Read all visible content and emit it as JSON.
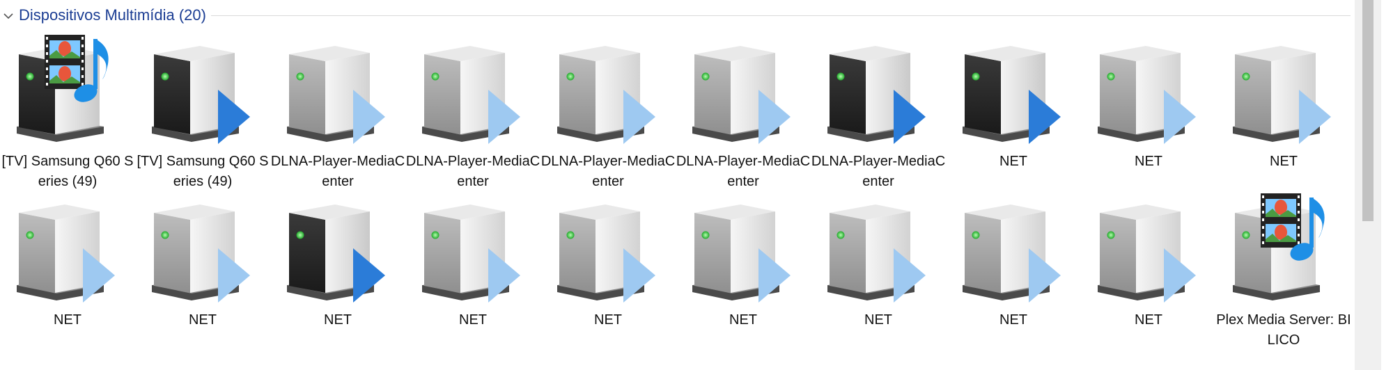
{
  "group": {
    "title": "Dispositivos Multimídia (20)",
    "chevron_icon": "chevron-down-icon"
  },
  "colors": {
    "header_text": "#1b3d93",
    "play_dark": "#2b7cd8",
    "play_light": "#9ec9f1",
    "media_blue": "#1e8fe6"
  },
  "devices": [
    {
      "label": "[TV] Samsung Q60 Series (49)",
      "icon": "media-server-icon",
      "tower": "dark",
      "badge": "media"
    },
    {
      "label": "[TV] Samsung Q60 Series (49)",
      "icon": "media-device-play-icon",
      "tower": "dark",
      "badge": "play-dark"
    },
    {
      "label": "DLNA-Player-MediaCenter",
      "icon": "media-device-play-icon",
      "tower": "light",
      "badge": "play-light"
    },
    {
      "label": "DLNA-Player-MediaCenter",
      "icon": "media-device-play-icon",
      "tower": "light",
      "badge": "play-light"
    },
    {
      "label": "DLNA-Player-MediaCenter",
      "icon": "media-device-play-icon",
      "tower": "light",
      "badge": "play-light"
    },
    {
      "label": "DLNA-Player-MediaCenter",
      "icon": "media-device-play-icon",
      "tower": "light",
      "badge": "play-light"
    },
    {
      "label": "DLNA-Player-MediaCenter",
      "icon": "media-device-play-icon",
      "tower": "dark",
      "badge": "play-dark"
    },
    {
      "label": "NET",
      "icon": "media-device-play-icon",
      "tower": "dark",
      "badge": "play-dark"
    },
    {
      "label": "NET",
      "icon": "media-device-play-icon",
      "tower": "light",
      "badge": "play-light"
    },
    {
      "label": "NET",
      "icon": "media-device-play-icon",
      "tower": "light",
      "badge": "play-light"
    },
    {
      "label": "NET",
      "icon": "media-device-play-icon",
      "tower": "light",
      "badge": "play-light"
    },
    {
      "label": "NET",
      "icon": "media-device-play-icon",
      "tower": "light",
      "badge": "play-light"
    },
    {
      "label": "NET",
      "icon": "media-device-play-icon",
      "tower": "dark",
      "badge": "play-dark"
    },
    {
      "label": "NET",
      "icon": "media-device-play-icon",
      "tower": "light",
      "badge": "play-light"
    },
    {
      "label": "NET",
      "icon": "media-device-play-icon",
      "tower": "light",
      "badge": "play-light"
    },
    {
      "label": "NET",
      "icon": "media-device-play-icon",
      "tower": "light",
      "badge": "play-light"
    },
    {
      "label": "NET",
      "icon": "media-device-play-icon",
      "tower": "light",
      "badge": "play-light"
    },
    {
      "label": "NET",
      "icon": "media-device-play-icon",
      "tower": "light",
      "badge": "play-light"
    },
    {
      "label": "NET",
      "icon": "media-device-play-icon",
      "tower": "light",
      "badge": "play-light"
    },
    {
      "label": "Plex Media Server: BILICO",
      "icon": "media-server-icon",
      "tower": "light",
      "badge": "media"
    }
  ]
}
